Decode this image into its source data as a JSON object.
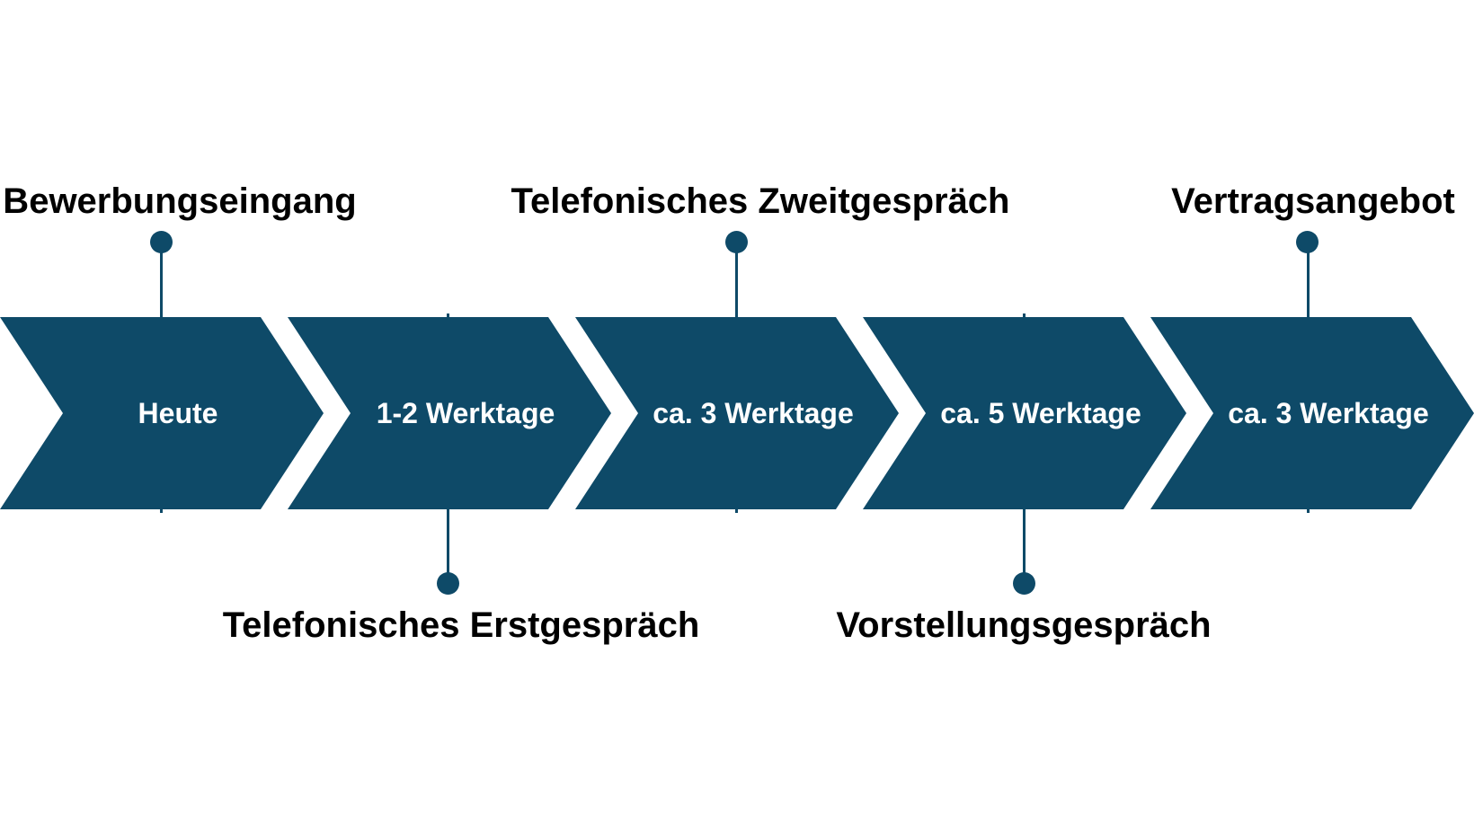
{
  "diagram": {
    "type": "process-timeline",
    "direction": "left-to-right",
    "steps": [
      {
        "milestone": "Bewerbungseingang",
        "duration": "Heute",
        "label_position": "top"
      },
      {
        "milestone": "Telefonisches Erstgespräch",
        "duration": "1-2 Werktage",
        "label_position": "bottom"
      },
      {
        "milestone": "Telefonisches Zweitgespräch",
        "duration": "ca. 3 Werktage",
        "label_position": "top"
      },
      {
        "milestone": "Vorstellungsgespräch",
        "duration": "ca. 5 Werktage",
        "label_position": "bottom"
      },
      {
        "milestone": "Vertragsangebot",
        "duration": "ca. 3 Werktage",
        "label_position": "top"
      }
    ],
    "colors": {
      "arrow_fill": "#0e4a68",
      "milestone_text": "#000000",
      "duration_text": "#ffffff",
      "background": "#ffffff"
    }
  }
}
